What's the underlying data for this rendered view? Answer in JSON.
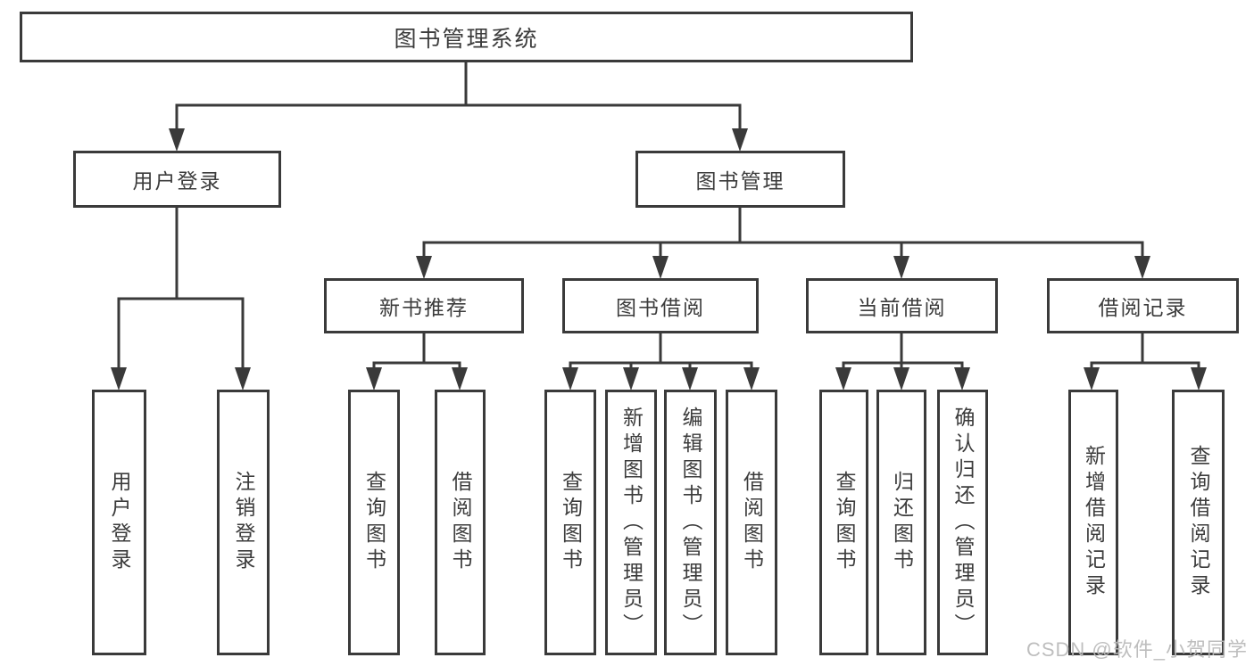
{
  "diagram": {
    "root": {
      "label": "图书管理系统"
    },
    "branches": [
      {
        "label": "用户登录",
        "children": [
          {
            "label": "用户登录"
          },
          {
            "label": "注销登录"
          }
        ]
      },
      {
        "label": "图书管理",
        "children": [
          {
            "label": "新书推荐",
            "children": [
              {
                "label": "查询图书"
              },
              {
                "label": "借阅图书"
              }
            ]
          },
          {
            "label": "图书借阅",
            "children": [
              {
                "label": "查询图书"
              },
              {
                "label": "新增图书（管理员）"
              },
              {
                "label": "编辑图书（管理员）"
              },
              {
                "label": "借阅图书"
              }
            ]
          },
          {
            "label": "当前借阅",
            "children": [
              {
                "label": "查询图书"
              },
              {
                "label": "归还图书"
              },
              {
                "label": "确认归还（管理员）"
              }
            ]
          },
          {
            "label": "借阅记录",
            "children": [
              {
                "label": "新增借阅记录"
              },
              {
                "label": "查询借阅记录"
              }
            ]
          }
        ]
      }
    ]
  },
  "watermark": {
    "text": "CSDN @软件_小贺同学"
  },
  "colors": {
    "line": "#3a3a3a",
    "text": "#3c3c3c",
    "watermark": "#b9b9b9",
    "background": "#ffffff"
  }
}
